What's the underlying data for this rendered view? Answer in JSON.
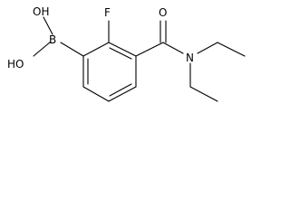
{
  "molecule": {
    "atoms": {
      "hydroxyl_top": "OH",
      "hydroxyl_left": "HO",
      "boron": "B",
      "fluorine": "F",
      "carbonyl_oxygen": "O",
      "nitrogen": "N"
    }
  }
}
